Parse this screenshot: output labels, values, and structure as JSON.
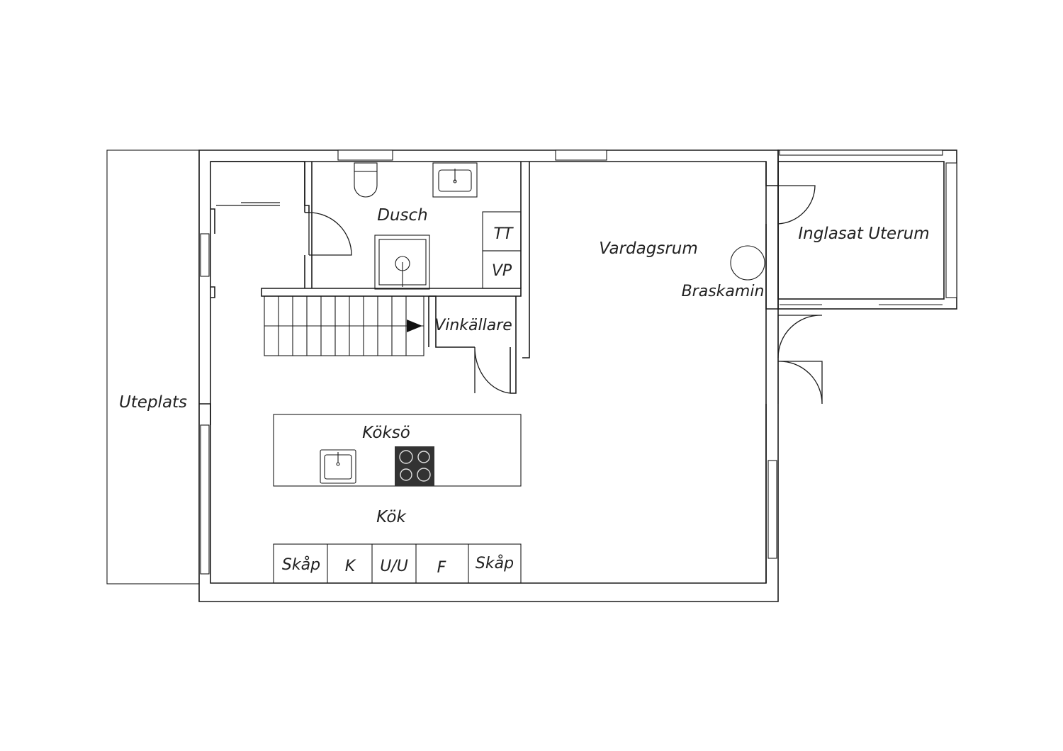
{
  "rooms": {
    "uteplats": "Uteplats",
    "dusch": "Dusch",
    "vardagsrum": "Vardagsrum",
    "inglasat_uterum": "Inglasat Uterum",
    "braskamin": "Braskamin",
    "vinkallare": "Vinkällare",
    "koksoe": "Köksö",
    "kok": "Kök"
  },
  "utility": {
    "tt": "TT",
    "vp": "VP"
  },
  "kitchen_units": [
    "Skåp",
    "K",
    "U/U",
    "F",
    "Skåp"
  ],
  "colors": {
    "line": "#1a1a1a",
    "background": "#ffffff",
    "stove": "#333333"
  }
}
